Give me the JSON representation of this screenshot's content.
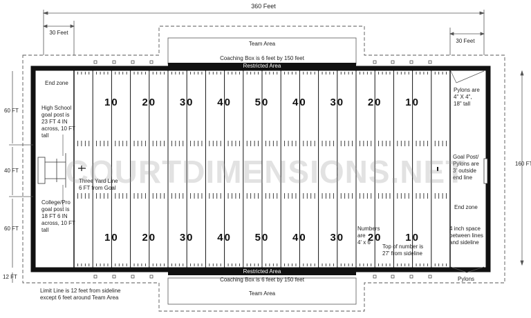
{
  "dimensions": {
    "overall_width": "360 Feet",
    "left_margin": "30 Feet",
    "right_margin": "30 Feet",
    "top_section": "60 FT",
    "middle_section": "40 FT",
    "bottom_section": "60 FT",
    "total_height": "160 FT",
    "limit_offset": "12 FT"
  },
  "areas": {
    "team_area_top": "Team Area",
    "team_area_bottom": "Team Area",
    "coaching_box_top": "Coaching Box is 6 feet by 150 feet",
    "coaching_box_bottom": "Coaching Box is 6 feet by 150 feet",
    "restricted_top": "Restricted Area",
    "restricted_bottom": "Restricted Area"
  },
  "yard_numbers_top": [
    "10",
    "20",
    "30",
    "40",
    "50",
    "40",
    "30",
    "20",
    "10"
  ],
  "yard_numbers_bottom": [
    "10",
    "20",
    "30",
    "40",
    "50",
    "40",
    "30",
    "20",
    "10"
  ],
  "notes": {
    "end_zone_left": "End zone",
    "end_zone_right": "End zone",
    "high_school_post": [
      "High School",
      "goal post is",
      "23 FT 4 IN",
      "across, 10 FT",
      "tall"
    ],
    "college_post": [
      "College/Pro",
      "goal post is",
      "18 FT 6 IN",
      "across, 10 FT",
      "tall"
    ],
    "three_yard_line": [
      "Three Yard Line",
      "6 FT from Goal"
    ],
    "pylons_size": [
      "Pylons are",
      "4\" X 4\",",
      "18\" tall"
    ],
    "goal_post_pylons": [
      "Goal Post/",
      "Pylons are",
      "3' outside",
      "end line"
    ],
    "numbers_size": [
      "Numbers",
      "are",
      "4' x 6'"
    ],
    "top_of_number": [
      "Top of number is",
      "27' from sideline"
    ],
    "four_inch_space": [
      "4 inch space",
      "between lines",
      "and sideline"
    ],
    "pylons": "Pylons",
    "limit_line": [
      "Limit Line is 12 feet from sideline",
      "except 6 feet around Team Area"
    ]
  },
  "watermark": "COURTDIMENSIONS.NET"
}
